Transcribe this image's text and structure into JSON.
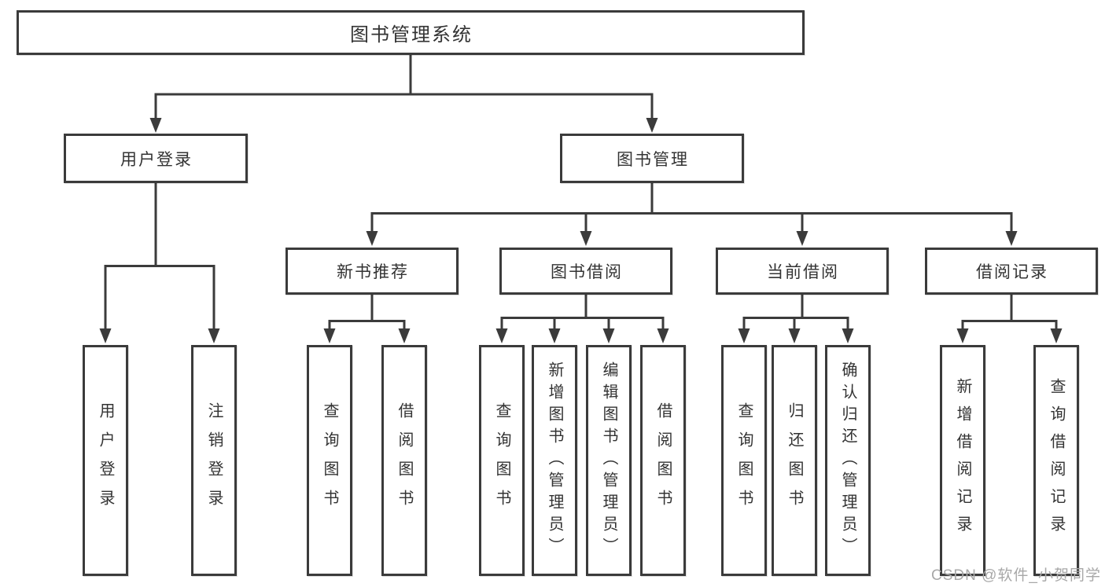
{
  "title": "图书管理系统",
  "tree": {
    "root": {
      "label": "图书管理系统"
    },
    "branches": [
      {
        "label": "用户登录",
        "children": [
          {
            "label": "用户登录"
          },
          {
            "label": "注销登录"
          }
        ]
      },
      {
        "label": "图书管理",
        "children": [
          {
            "label": "新书推荐",
            "children": [
              {
                "label": "查询图书"
              },
              {
                "label": "借阅图书"
              }
            ]
          },
          {
            "label": "图书借阅",
            "children": [
              {
                "label": "查询图书"
              },
              {
                "label": "新增图书（管理员）"
              },
              {
                "label": "编辑图书（管理员）"
              },
              {
                "label": "借阅图书"
              }
            ]
          },
          {
            "label": "当前借阅",
            "children": [
              {
                "label": "查询图书"
              },
              {
                "label": "归还图书"
              },
              {
                "label": "确认归还（管理员）"
              }
            ]
          },
          {
            "label": "借阅记录",
            "children": [
              {
                "label": "新增借阅记录"
              },
              {
                "label": "查询借阅记录"
              }
            ]
          }
        ]
      }
    ]
  },
  "watermark": "CSDN @软件_小贺同学",
  "colors": {
    "line": "#3b3b3b",
    "text": "#333333",
    "background": "#ffffff",
    "watermark": "#a8a8a8"
  }
}
